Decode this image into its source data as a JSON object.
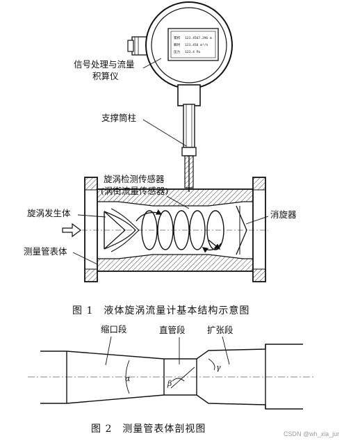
{
  "figure1": {
    "caption": "图 1　液体旋涡流量计基本结构示意图",
    "labels": {
      "signal_processor_line1": "信号处理与流量",
      "signal_processor_line2": "积算仪",
      "support_tube": "支撑筒柱",
      "sensor_line1": "旋涡检测传感器",
      "sensor_line2": "(涡街流量传感器)",
      "swirl_generator": "旋涡发生体",
      "eliminator": "消旋器",
      "meter_body": "测量管表体"
    },
    "display_rows": [
      {
        "tag": "累积",
        "value": "123.4567.296 m"
      },
      {
        "tag": "瞬时",
        "value": "123.456 m³/h"
      },
      {
        "tag": "压力",
        "value": "123.4 Pa"
      }
    ]
  },
  "figure2": {
    "caption": "图 2　测量管表体剖视图",
    "labels": {
      "contraction": "缩口段",
      "straight": "直管段",
      "expansion": "扩张段",
      "alpha": "α",
      "beta": "β",
      "gamma": "γ"
    }
  },
  "watermark": "CSDN @wh_xia_jur"
}
